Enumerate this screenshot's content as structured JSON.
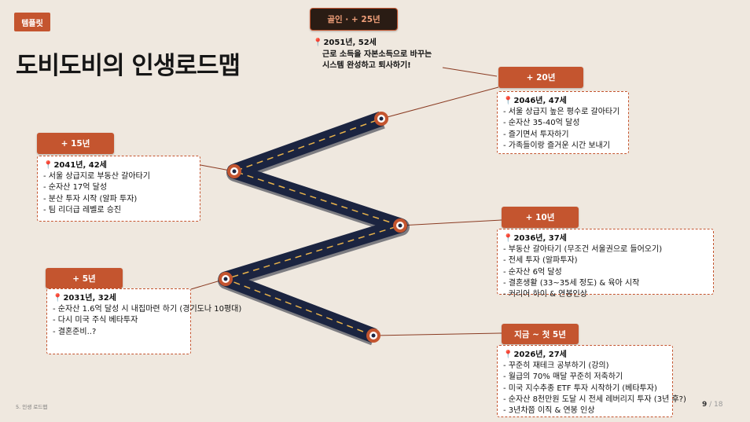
{
  "badge": "템플릿",
  "title": "도비도비의 인생로드맵",
  "goal": {
    "label": "골인 · + 25년",
    "head": "2051년, 52세",
    "lines": [
      "근로 소득을 자본소득으로 바꾸는",
      "시스템 완성하고 퇴사하기!"
    ]
  },
  "milestones": [
    {
      "label": "+ 20년",
      "head": "2046년, 47세",
      "items": [
        "- 서울 상급지 높은 평수로 갈아타기",
        "- 순자산 35-40억 달성",
        "- 즐기면서 투자하기",
        "- 가족들이랑 즐거운 시간 보내기"
      ]
    },
    {
      "label": "+ 15년",
      "head": "2041년, 42세",
      "items": [
        "- 서울 상급지로 부동산 갈아타기",
        "- 순자산 17억 달성",
        "- 분산 투자 시작 (알파 투자)",
        "- 팀 리더급 레벨로 승진"
      ]
    },
    {
      "label": "+ 10년",
      "head": "2036년, 37세",
      "items": [
        "- 부동산 갈아타기 (무조건 서울권으로 들어오기)",
        "- 전세 투자 (알파투자)",
        "- 순자산 6억 달성",
        "- 결혼생활 (33~35세 정도) & 육아 시작",
        "- 커리어 하이 & 연봉인상"
      ]
    },
    {
      "label": "+ 5년",
      "head": "2031년, 32세",
      "items": [
        "- 순자산 1.6억 달성 시 내집마련 하기 (경기도나 10평대)",
        "-  다시 미국 주식 베타투자",
        "-  결혼준비..?"
      ]
    },
    {
      "label": "지금 ~ 첫 5년",
      "head": "2026년, 27세",
      "items": [
        "- 꾸준히 재테크 공부하기 (강의)",
        "- 월급의 70% 매달 꾸준히 저축하기",
        "- 미국 지수추종 ETF 투자 시작하기 (베타투자)",
        "- 순자산 8천만원 도달 시 전세 레버리지 투자 (3년 후?)",
        "- 3년차쯤 이직 & 연봉 인상"
      ]
    }
  ],
  "footer": {
    "section": "5. 인생 로드맵",
    "page": "9",
    "total": "18"
  },
  "colors": {
    "accent": "#c4552f",
    "road": "#1b2440",
    "background": "#efe8df"
  },
  "icons": {
    "pin": "map-pin-icon",
    "waypoint": "waypoint-marker-icon"
  }
}
